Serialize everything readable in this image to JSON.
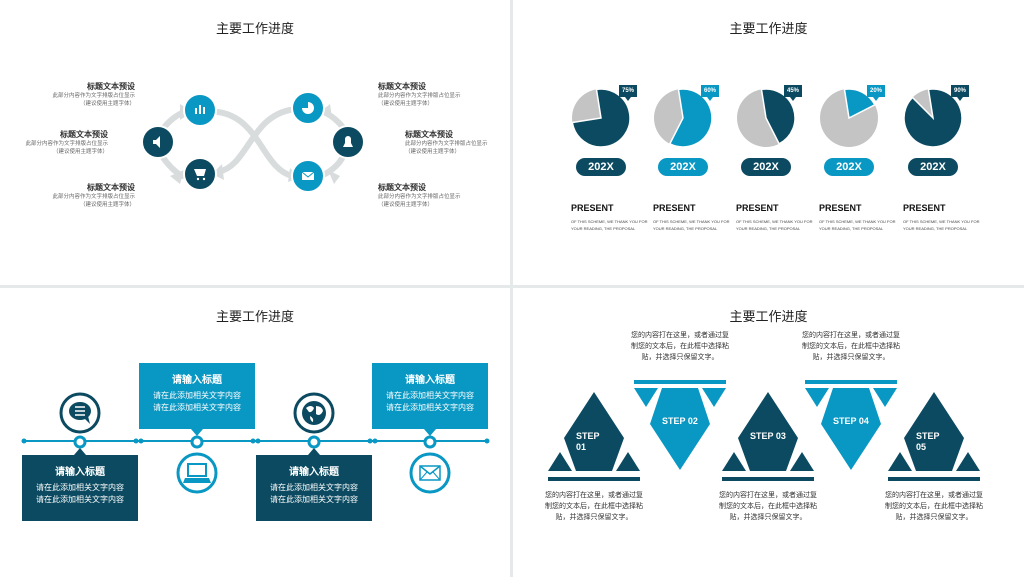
{
  "colors": {
    "dark": "#0b4a60",
    "light": "#0997c3",
    "gray": "#c4c4c4"
  },
  "slides": [
    {
      "title": "主要工作进度",
      "items": [
        {
          "title": "标题文本预设",
          "line1": "此部分内容作为文字排版占位显示",
          "line2": "（建议使用主题字体）",
          "icon": "bar-chart-icon"
        },
        {
          "title": "标题文本预设",
          "line1": "此部分内容作为文字排版占位显示",
          "line2": "（建议使用主题字体）",
          "icon": "speaker-icon"
        },
        {
          "title": "标题文本预设",
          "line1": "此部分内容作为文字排版占位显示",
          "line2": "（建议使用主题字体）",
          "icon": "cart-icon"
        },
        {
          "title": "标题文本预设",
          "line1": "此部分内容作为文字排版占位显示",
          "line2": "（建议使用主题字体）",
          "icon": "pie-icon"
        },
        {
          "title": "标题文本预设",
          "line1": "此部分内容作为文字排版占位显示",
          "line2": "（建议使用主题字体）",
          "icon": "bell-icon"
        },
        {
          "title": "标题文本预设",
          "line1": "此部分内容作为文字排版占位显示",
          "line2": "（建议使用主题字体）",
          "icon": "mail-icon"
        }
      ]
    },
    {
      "title": "主要工作进度",
      "pies": [
        {
          "percent": 75,
          "label": "75%",
          "year": "202X",
          "heading": "PRESENT",
          "desc": "OF THIS SCHEME, WE THANK YOU FOR YOUR READING, THE PROPOSAL",
          "tone": "dark"
        },
        {
          "percent": 60,
          "label": "60%",
          "year": "202X",
          "heading": "PRESENT",
          "desc": "OF THIS SCHEME, WE THANK YOU FOR YOUR READING, THE PROPOSAL",
          "tone": "light"
        },
        {
          "percent": 45,
          "label": "45%",
          "year": "202X",
          "heading": "PRESENT",
          "desc": "OF THIS SCHEME, WE THANK YOU FOR YOUR READING, THE PROPOSAL",
          "tone": "dark"
        },
        {
          "percent": 20,
          "label": "20%",
          "year": "202X",
          "heading": "PRESENT",
          "desc": "OF THIS SCHEME, WE THANK YOU FOR YOUR READING, THE PROPOSAL",
          "tone": "light"
        },
        {
          "percent": 90,
          "label": "90%",
          "year": "202X",
          "heading": "PRESENT",
          "desc": "OF THIS SCHEME, WE THANK YOU FOR YOUR READING, THE PROPOSAL",
          "tone": "dark"
        }
      ]
    },
    {
      "title": "主要工作进度",
      "boxes": [
        {
          "title": "请输入标题",
          "line1": "请在此添加相关文字内容",
          "line2": "请在此添加相关文字内容"
        },
        {
          "title": "请输入标题",
          "line1": "请在此添加相关文字内容",
          "line2": "请在此添加相关文字内容"
        },
        {
          "title": "请输入标题",
          "line1": "请在此添加相关文字内容",
          "line2": "请在此添加相关文字内容"
        },
        {
          "title": "请输入标题",
          "line1": "请在此添加相关文字内容",
          "line2": "请在此添加相关文字内容"
        }
      ]
    },
    {
      "title": "主要工作进度",
      "steps": [
        {
          "label": "STEP\n01",
          "text": "您的内容打在这里，或者通过复制您的文本后，在此框中选择粘贴，并选择只保留文字。"
        },
        {
          "label": "STEP 02",
          "text": "您的内容打在这里，或者通过复制您的文本后，在此框中选择粘贴，并选择只保留文字。"
        },
        {
          "label": "STEP 03",
          "text": "您的内容打在这里，或者通过复制您的文本后，在此框中选择粘贴，并选择只保留文字。"
        },
        {
          "label": "STEP 04",
          "text": "您的内容打在这里，或者通过复制您的文本后，在此框中选择粘贴，并选择只保留文字。"
        },
        {
          "label": "STEP\n05",
          "text": "您的内容打在这里，或者通过复制您的文本后，在此框中选择粘贴，并选择只保留文字。"
        }
      ]
    }
  ]
}
